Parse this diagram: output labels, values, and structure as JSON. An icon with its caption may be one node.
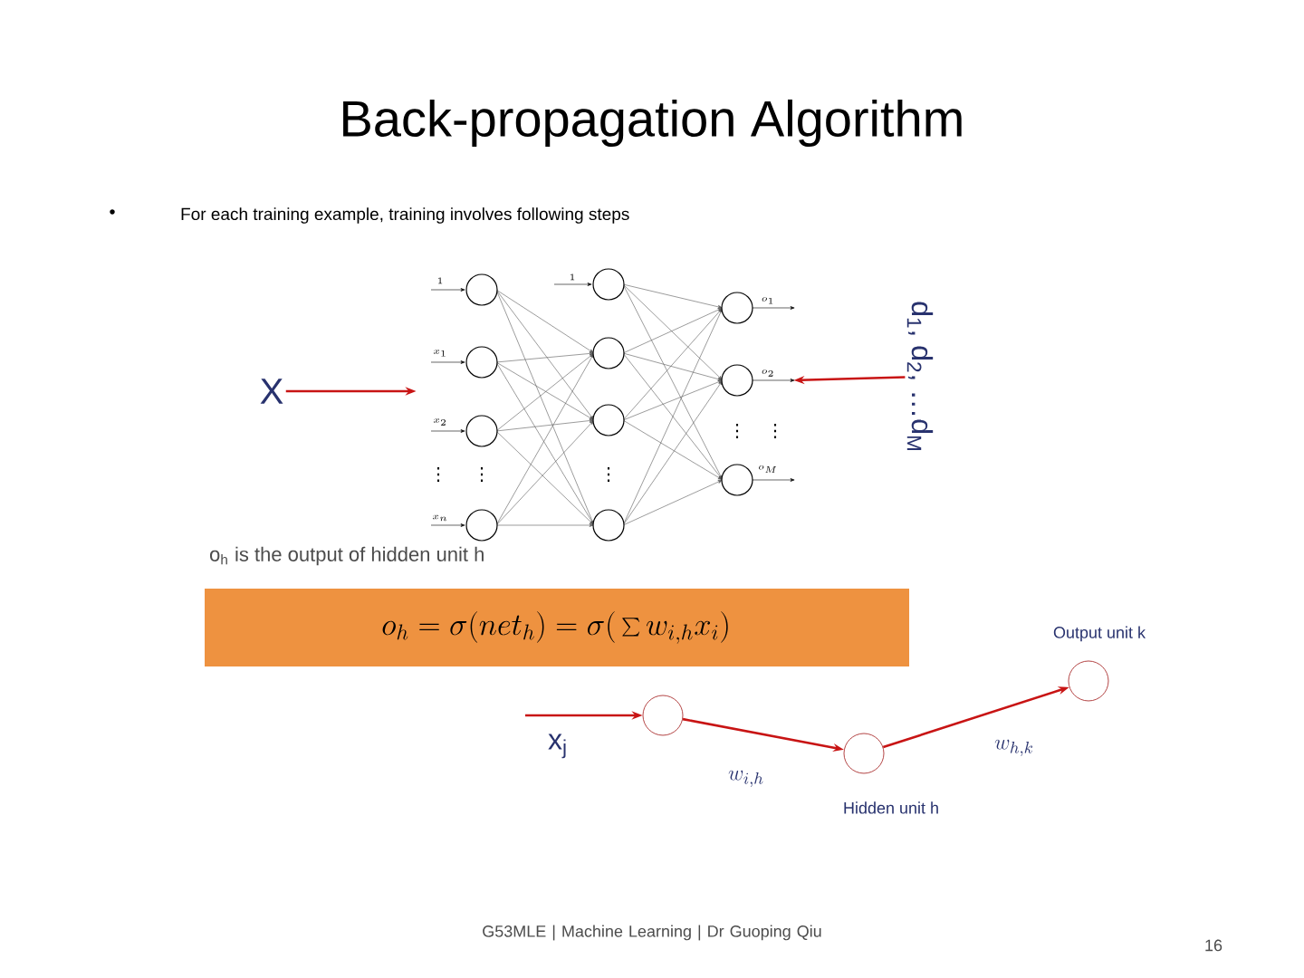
{
  "diagram": {
    "title": "Back-propagation Algorithm",
    "nodes": [
      {
        "text": [
          "X"
        ]
      },
      {
        "text": [],
        "shape": "picture"
      },
      {
        "text": [
          "d$_{1}$, d$_{2}$, …d$_{M}$"
        ]
      },
      {
        "text": [],
        "shape": "circle"
      },
      {
        "text": [],
        "shape": "circle",
        "beside": [
          "Hidden unit h"
        ]
      },
      {
        "text": [],
        "shape": "circle",
        "beside": [
          "Output unit k"
        ]
      }
    ],
    "edges": [
      {
        "from": 0,
        "to": 1,
        "arrow": "to"
      },
      {
        "from": 2,
        "to": 1,
        "arrow": "to"
      },
      {
        "from": null,
        "to": 3,
        "arrow": "to"
      },
      {
        "from": 3,
        "to": 4,
        "arrow": "to",
        "label": "w_{i, h}"
      },
      {
        "from": 4,
        "to": 5,
        "arrow": "to",
        "label": "w_{h,k}"
      }
    ],
    "labels": [
      "•",
      "For each training example, training involves following steps",
      "1",
      "x_1",
      "x_2",
      "x_n",
      "1",
      "o_1",
      "o_2",
      "o_M",
      "⋮",
      "⋮",
      "⋮",
      "⋮",
      "⋮",
      "o$_{h}$ is the output of hidden unit h",
      "o_h = \\sigma(net_h) = \\sigma\\Big(\\sum w_{i,h} x_i\\Big)",
      "x$_{j}$",
      "G53MLE |  Machine Learning | Dr Guoping Qiu",
      "16"
    ]
  }
}
